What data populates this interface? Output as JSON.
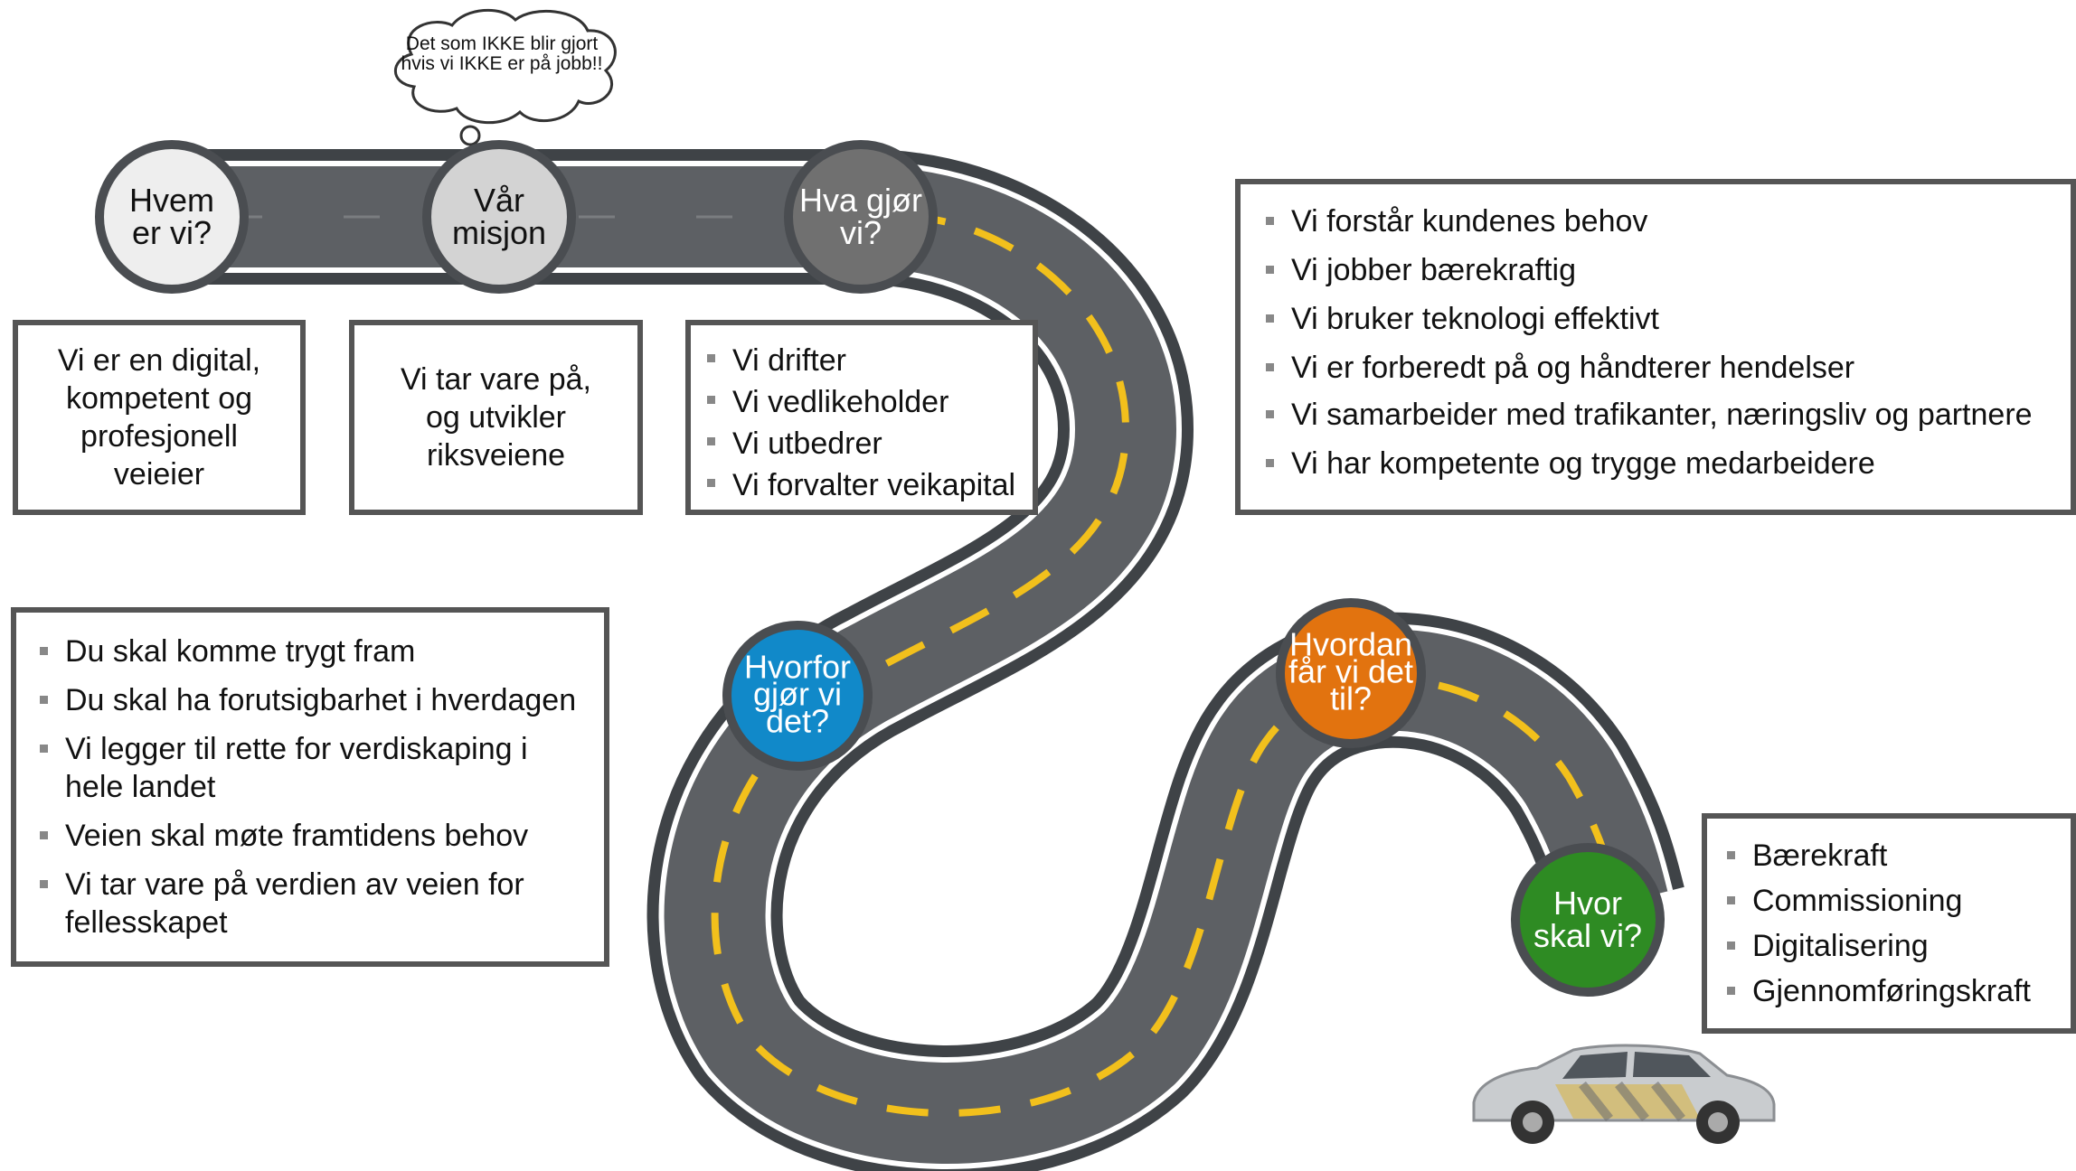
{
  "cloud_text": "Det som IKKE blir gjort hvis vi IKKE er på jobb!!",
  "stops": {
    "hvem": {
      "label": "Hvem er vi?",
      "color": "#eeeeee",
      "text_color": "#111111"
    },
    "misjon": {
      "label": "Vår misjon",
      "color": "#d3d3d3",
      "text_color": "#111111"
    },
    "hva": {
      "label": "Hva gjør vi?",
      "color": "#707070",
      "text_color": "#ffffff"
    },
    "hvorfor": {
      "label": "Hvorfor gjør vi det?",
      "color": "#1189c9",
      "text_color": "#ffffff"
    },
    "hvordan": {
      "label": "Hvordan får vi det til?",
      "color": "#e2730f",
      "text_color": "#ffffff"
    },
    "hvor": {
      "label": "Hvor skal vi?",
      "color": "#2e8b23",
      "text_color": "#ffffff"
    }
  },
  "boxes": {
    "hvem": "Vi er en digital, kompetent og profesjonell veieier",
    "misjon": "Vi tar vare på, og utvikler riksveiene",
    "hva": [
      "Vi drifter",
      "Vi vedlikeholder",
      "Vi utbedrer",
      "Vi forvalter veikapital"
    ],
    "hvorfor": [
      "Du skal komme trygt fram",
      "Du skal ha forutsigbarhet i hverdagen",
      "Vi legger til rette for verdiskaping i hele landet",
      "Veien skal møte framtidens behov",
      "Vi tar vare på verdien av veien for fellesskapet"
    ],
    "hvordan": [
      "Vi forstår kundenes behov",
      "Vi jobber bærekraftig",
      "Vi bruker teknologi effektivt",
      "Vi er forberedt på og håndterer hendelser",
      "Vi samarbeider med trafikanter, næringsliv og partnere",
      "Vi har kompetente og trygge medarbeidere"
    ],
    "hvor": [
      "Bærekraft",
      "Commissioning",
      "Digitalisering",
      "Gjennomføringskraft"
    ]
  },
  "colors": {
    "road": "#5d6064",
    "road_dark": "#3f4347",
    "dash": "#f2c01c",
    "box_border": "#555555"
  }
}
